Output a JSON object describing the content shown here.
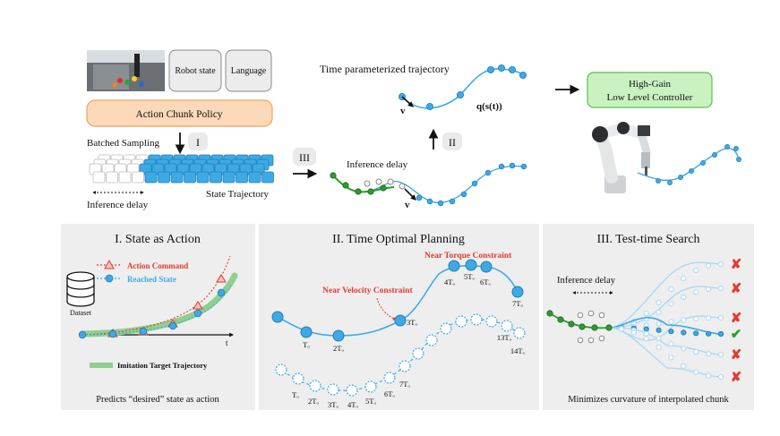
{
  "top": {
    "robot_state": "Robot state",
    "language": "Language",
    "policy": "Action Chunk Policy",
    "batched_sampling": "Batched Sampling",
    "step_one": "I",
    "inference_delay": "Inference delay",
    "state_trajectory": "State Trajectory",
    "step_three": "III",
    "time_param": "Time parameterized trajectory",
    "velocity_symbol": "v",
    "q_label": "q(s(t))",
    "step_two": "II",
    "inference_delay_mid": "Inference delay",
    "velocity_symbol_mid": "v",
    "controller_line1": "High-Gain",
    "controller_line2": "Low Level Controller"
  },
  "panel1": {
    "title": "I. State as Action",
    "legend_command": "Action Command",
    "legend_reached": "Reached State",
    "dataset": "Dataset",
    "axis_t": "t",
    "legend_target": "Imitation Target Trajectory",
    "caption": "Predicts “desired” state as action"
  },
  "panel2": {
    "title": "II. Time Optimal Planning",
    "torque": "Near Torque Constraint",
    "velocity": "Near Velocity Constraint",
    "top_labels": [
      "Tₒ",
      "2Tₒ",
      "3Tₒ",
      "4Tₒ",
      "5Tₒ",
      "6Tₒ",
      "7Tₒ"
    ],
    "bottom_labels": [
      "Tₒ",
      "2Tₒ",
      "3Tₒ",
      "4Tₒ",
      "5Tₒ",
      "6Tₒ",
      "7Tₒ",
      "13Tₒ",
      "14Tₒ"
    ]
  },
  "panel3": {
    "title": "III. Test-time Search",
    "inference_delay": "Inference delay",
    "caption": "Minimizes curvature of interpolated chunk"
  },
  "colors": {
    "blue": "#3fa9e6",
    "green": "#2e9a2e",
    "red": "#e33b2e",
    "orange_fill": "#fcd9b8",
    "orange_stroke": "#f0a35e",
    "green_box_fill": "#c9f2c0",
    "green_box_stroke": "#5cc04f",
    "panel_bg": "#eeeeee"
  }
}
